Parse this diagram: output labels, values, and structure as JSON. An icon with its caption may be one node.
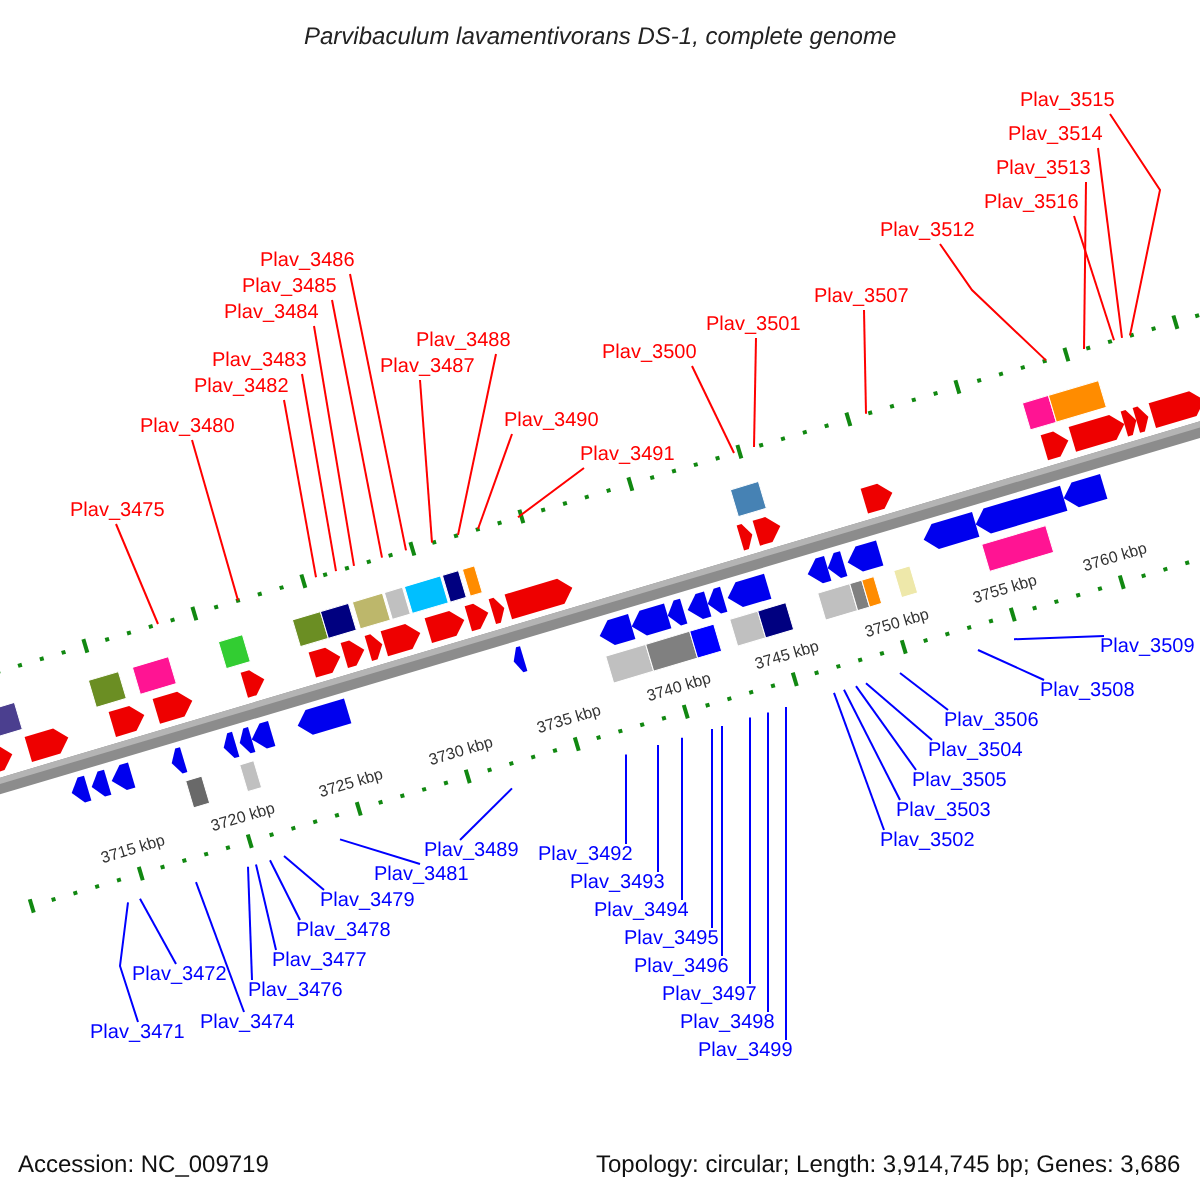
{
  "diagram": {
    "title": "Parvibaculum lavamentivorans DS-1, complete genome",
    "nodes": [
      {
        "text": [
          "Plav_3471"
        ]
      },
      {
        "text": [
          "Plav_3472"
        ]
      },
      {
        "text": [
          "Plav_3474"
        ]
      },
      {
        "text": [
          "Plav_3475"
        ]
      },
      {
        "text": [
          "Plav_3476"
        ]
      },
      {
        "text": [
          "Plav_3477"
        ]
      },
      {
        "text": [
          "Plav_3478"
        ]
      },
      {
        "text": [
          "Plav_3479"
        ]
      },
      {
        "text": [
          "Plav_3480"
        ]
      },
      {
        "text": [
          "Plav_3481"
        ]
      },
      {
        "text": [
          "Plav_3482"
        ]
      },
      {
        "text": [
          "Plav_3483"
        ]
      },
      {
        "text": [
          "Plav_3484"
        ]
      },
      {
        "text": [
          "Plav_3485"
        ]
      },
      {
        "text": [
          "Plav_3486"
        ]
      },
      {
        "text": [
          "Plav_3487"
        ]
      },
      {
        "text": [
          "Plav_3488"
        ]
      },
      {
        "text": [
          "Plav_3489"
        ]
      },
      {
        "text": [
          "Plav_3490"
        ]
      },
      {
        "text": [
          "Plav_3491"
        ]
      },
      {
        "text": [
          "Plav_3492"
        ]
      },
      {
        "text": [
          "Plav_3493"
        ]
      },
      {
        "text": [
          "Plav_3494"
        ]
      },
      {
        "text": [
          "Plav_3495"
        ]
      },
      {
        "text": [
          "Plav_3496"
        ]
      },
      {
        "text": [
          "Plav_3497"
        ]
      },
      {
        "text": [
          "Plav_3498"
        ]
      },
      {
        "text": [
          "Plav_3499"
        ]
      },
      {
        "text": [
          "Plav_3500"
        ]
      },
      {
        "text": [
          "Plav_3501"
        ]
      },
      {
        "text": [
          "Plav_3502"
        ]
      },
      {
        "text": [
          "Plav_3503"
        ]
      },
      {
        "text": [
          "Plav_3504"
        ]
      },
      {
        "text": [
          "Plav_3505"
        ]
      },
      {
        "text": [
          "Plav_3506"
        ]
      },
      {
        "text": [
          "Plav_3507"
        ]
      },
      {
        "text": [
          "Plav_3508"
        ]
      },
      {
        "text": [
          "Plav_3509"
        ]
      },
      {
        "text": [
          "Plav_3512"
        ]
      },
      {
        "text": [
          "Plav_3513"
        ]
      },
      {
        "text": [
          "Plav_3514"
        ]
      },
      {
        "text": [
          "Plav_3515"
        ]
      },
      {
        "text": [
          "Plav_3516"
        ]
      }
    ],
    "edges": [
      {
        "from": 0,
        "to": null,
        "arrow": "none"
      },
      {
        "from": 1,
        "to": null,
        "arrow": "none"
      },
      {
        "from": 2,
        "to": null,
        "arrow": "none"
      },
      {
        "from": 3,
        "to": null,
        "arrow": "none",
        "color": "#ff0000"
      },
      {
        "from": 4,
        "to": null,
        "arrow": "none"
      },
      {
        "from": 5,
        "to": null,
        "arrow": "none"
      },
      {
        "from": 6,
        "to": null,
        "arrow": "none"
      },
      {
        "from": 7,
        "to": null,
        "arrow": "none"
      },
      {
        "from": 8,
        "to": null,
        "arrow": "none",
        "color": "#ff0000"
      },
      {
        "from": 9,
        "to": null,
        "arrow": "none"
      },
      {
        "from": 10,
        "to": null,
        "arrow": "none",
        "color": "#ff0000"
      },
      {
        "from": 11,
        "to": null,
        "arrow": "none",
        "color": "#ff0000"
      },
      {
        "from": 12,
        "to": null,
        "arrow": "none",
        "color": "#ff0000"
      },
      {
        "from": 13,
        "to": null,
        "arrow": "none",
        "color": "#ff0000"
      },
      {
        "from": 14,
        "to": null,
        "arrow": "none",
        "color": "#ff0000"
      },
      {
        "from": 15,
        "to": null,
        "arrow": "none",
        "color": "#ff0000"
      },
      {
        "from": 16,
        "to": null,
        "arrow": "none",
        "color": "#ff0000"
      },
      {
        "from": 17,
        "to": null,
        "arrow": "none"
      },
      {
        "from": 18,
        "to": null,
        "arrow": "none",
        "color": "#ff0000"
      },
      {
        "from": 19,
        "to": null,
        "arrow": "none",
        "color": "#ff0000"
      },
      {
        "from": 20,
        "to": null,
        "arrow": "none"
      },
      {
        "from": 21,
        "to": null,
        "arrow": "none"
      },
      {
        "from": 22,
        "to": null,
        "arrow": "none"
      },
      {
        "from": 23,
        "to": null,
        "arrow": "none"
      },
      {
        "from": 24,
        "to": null,
        "arrow": "none"
      },
      {
        "from": 25,
        "to": null,
        "arrow": "none"
      },
      {
        "from": 26,
        "to": null,
        "arrow": "none"
      },
      {
        "from": 27,
        "to": null,
        "arrow": "none"
      },
      {
        "from": 28,
        "to": null,
        "arrow": "none",
        "color": "#ff0000"
      },
      {
        "from": 29,
        "to": null,
        "arrow": "none",
        "color": "#ff0000"
      },
      {
        "from": 30,
        "to": null,
        "arrow": "none"
      },
      {
        "from": 31,
        "to": null,
        "arrow": "none"
      },
      {
        "from": 32,
        "to": null,
        "arrow": "none"
      },
      {
        "from": 33,
        "to": null,
        "arrow": "none"
      },
      {
        "from": 34,
        "to": null,
        "arrow": "none"
      },
      {
        "from": 35,
        "to": null,
        "arrow": "none",
        "color": "#ff0000"
      },
      {
        "from": 36,
        "to": null,
        "arrow": "none"
      },
      {
        "from": 37,
        "to": null,
        "arrow": "none"
      },
      {
        "from": 38,
        "to": null,
        "arrow": "none",
        "color": "#ff0000"
      },
      {
        "from": 39,
        "to": null,
        "arrow": "none",
        "color": "#ff0000"
      },
      {
        "from": 40,
        "to": null,
        "arrow": "none",
        "color": "#ff0000"
      },
      {
        "from": 41,
        "to": null,
        "arrow": "none",
        "color": "#ff0000"
      },
      {
        "from": 42,
        "to": null,
        "arrow": "none",
        "color": "#ff0000"
      }
    ],
    "labels": [
      "3715 kbp",
      "3720 kbp",
      "3725 kbp",
      "3730 kbp",
      "3735 kbp",
      "3740 kbp",
      "3745 kbp",
      "3750 kbp",
      "3755 kbp",
      "3760 kbp",
      "Accession: NC_009719",
      "Topology: circular; Length: 3,914,745 bp; Genes: 3,686"
    ]
  }
}
